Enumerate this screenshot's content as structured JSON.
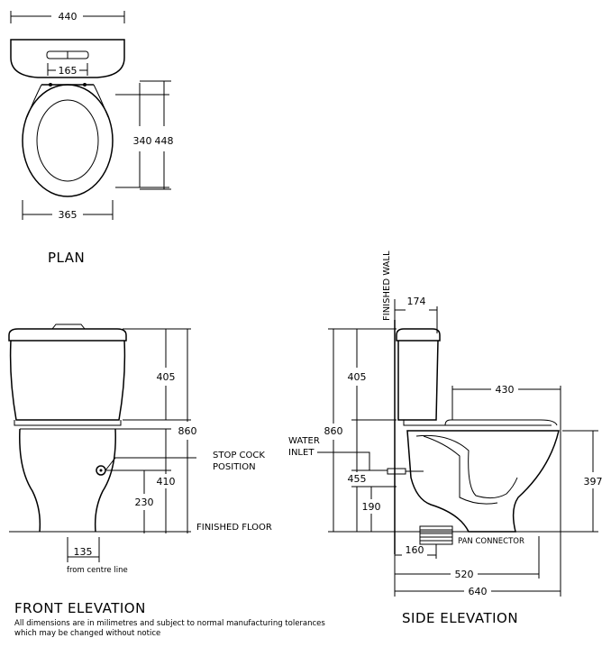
{
  "plan": {
    "title": "PLAN",
    "dim_width_top": "440",
    "dim_hinge": "165",
    "dim_seat_inner": "340",
    "dim_overall_depth": "448",
    "dim_seat_width": "365"
  },
  "front": {
    "title": "FRONT ELEVATION",
    "dim_cistern": "405",
    "dim_total_height": "860",
    "dim_pan_height": "410",
    "dim_stop_cock_height": "230",
    "dim_centre": "135",
    "label_stop_cock": [
      "STOP COCK",
      "POSITION"
    ],
    "label_finished_floor": "FINISHED FLOOR",
    "label_from_centre": "from centre line"
  },
  "side": {
    "title": "SIDE ELEVATION",
    "label_finished_wall": "FINISHED WALL",
    "dim_cistern_depth": "174",
    "dim_cistern": "405",
    "dim_total_height": "860",
    "dim_bowl_length": "430",
    "dim_pan_height": "397",
    "dim_inlet_height": "455",
    "dim_connector_height": "190",
    "dim_connector_offset": "160",
    "dim_pan_projection": "520",
    "dim_overall_projection": "640",
    "label_water_inlet": [
      "WATER",
      "INLET"
    ],
    "label_pan_connector": "PAN CONNECTOR"
  },
  "note": [
    "All dimensions are in milimetres and subject to normal manufacturing tolerances",
    "which may be changed without notice"
  ]
}
